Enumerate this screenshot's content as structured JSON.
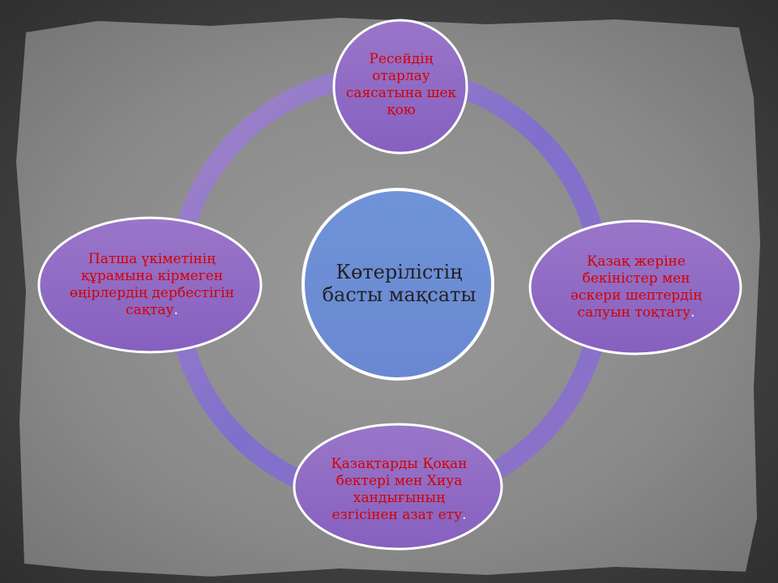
{
  "center": {
    "text": "Көтерілістің басты мақсаты"
  },
  "satellites": [
    {
      "id": "top",
      "text": "Ресейдің отарлау саясатына шек қою",
      "dot": ""
    },
    {
      "id": "right",
      "text": "Қазақ жеріне бекіністер мен әскери шептердің салуын тоқтату",
      "dot": "."
    },
    {
      "id": "bottom",
      "text": "Қазақтарды Қоқан бектері мен Хиуа хандығының езгісінен азат ету",
      "dot": "."
    },
    {
      "id": "left",
      "text": "Патша үкіметінің құрамына кірмеген өңірлердің дербестігін сақтау",
      "dot": "."
    }
  ],
  "colors": {
    "satellite_fill": "#8e6cc4",
    "center_fill": "#6e8fd6",
    "ring": "#8a74c8",
    "outline": "#ffffff",
    "text": "#d40000"
  }
}
